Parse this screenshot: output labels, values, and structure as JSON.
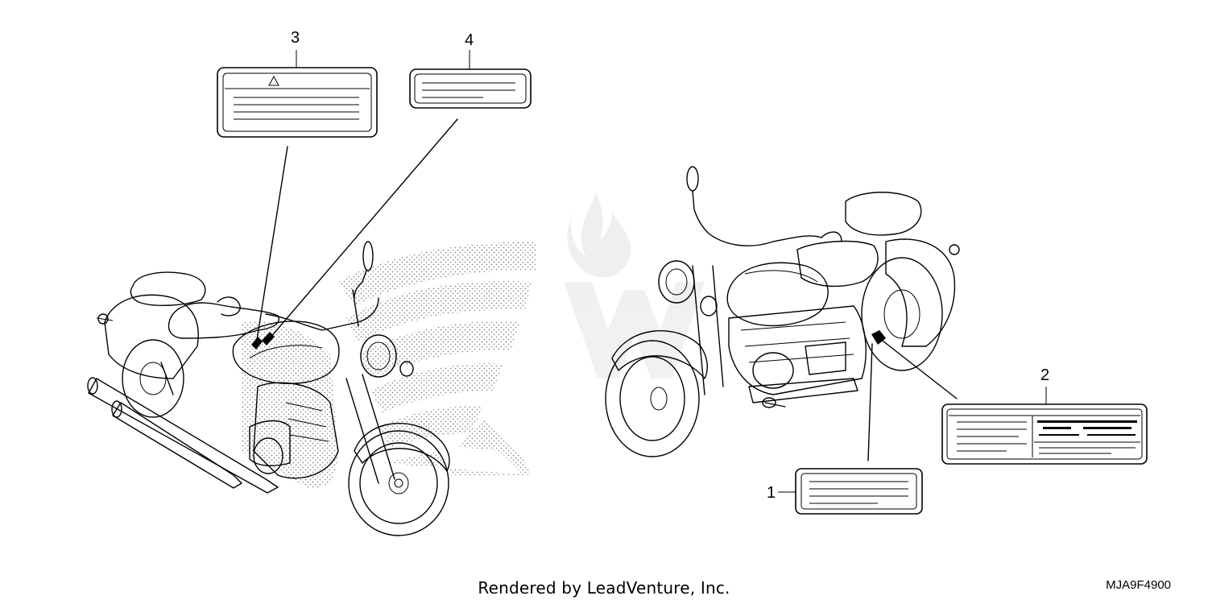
{
  "callouts": {
    "c1": "1",
    "c2": "2",
    "c3": "3",
    "c4": "4"
  },
  "footer": {
    "credit": "Rendered by LeadVenture, Inc.",
    "diagram_code": "MJA9F4900"
  },
  "colors": {
    "line": "#000000",
    "watermark": "#e6e6e6",
    "halftone": "#9a9a9a"
  },
  "icons": {
    "warning": "triangle-outline"
  }
}
